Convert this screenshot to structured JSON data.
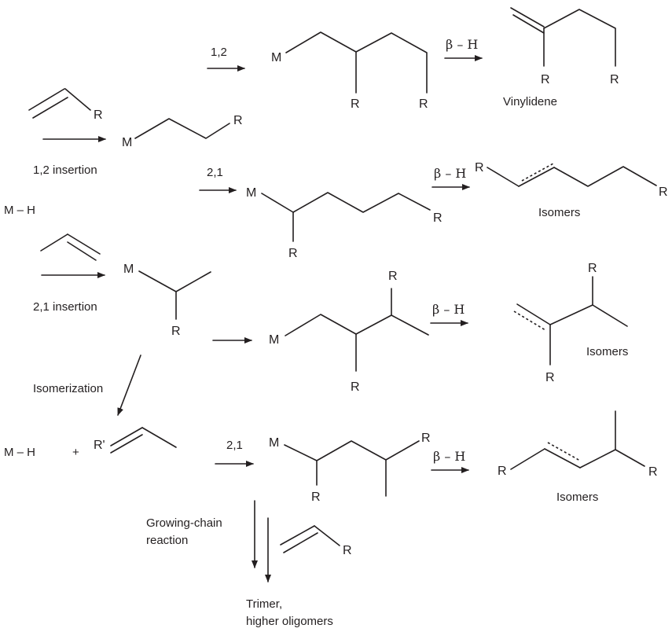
{
  "labels": {
    "arrow_12_top": "1,2",
    "beta_h": "β – H",
    "vinylidene": "Vinylidene",
    "insertion_12": "1,2 insertion",
    "arrow_21": "2,1",
    "mh": "M – H",
    "isomers": "Isomers",
    "insertion_21": "2,1 insertion",
    "isomerization": "Isomerization",
    "plus": "+",
    "r_prime": "R'",
    "growing_chain_1": "Growing-chain",
    "growing_chain_2": "reaction",
    "trimer_1": "Trimer,",
    "trimer_2": "higher oligomers"
  },
  "atoms": {
    "M": "M",
    "R": "R"
  }
}
